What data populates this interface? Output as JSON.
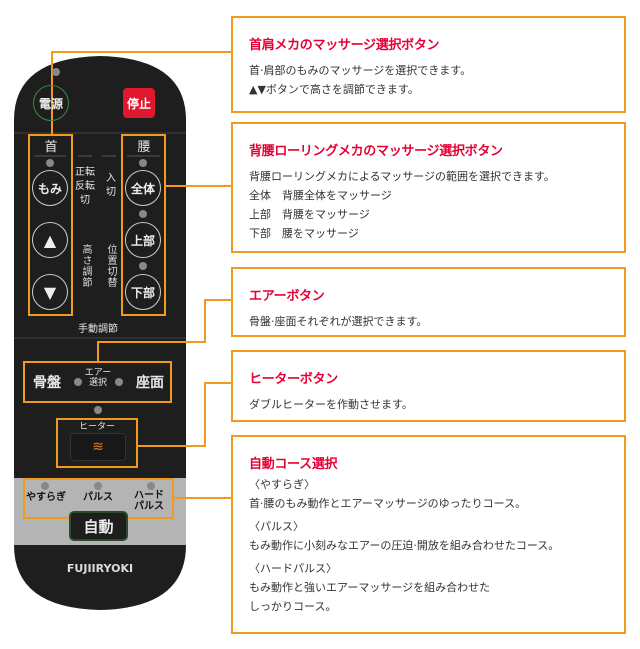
{
  "remote": {
    "power": "電源",
    "stop": "停止",
    "neck": "首",
    "waist": "腰",
    "neck_buttons": [
      "もみ",
      "▲",
      "▼"
    ],
    "waist_buttons": [
      "全体",
      "上部",
      "下部"
    ],
    "rotation_labels": [
      "正転",
      "反転",
      "切"
    ],
    "on_off_labels": [
      "入",
      "切"
    ],
    "height_label": "高さ調節",
    "position_label": "位置切替",
    "manual_label": "手動調節",
    "pelvis": "骨盤",
    "air_select": "エアー選択",
    "seat": "座面",
    "heater_label": "ヒーター",
    "heater_icon": "heat-wave-icon",
    "auto_courses": [
      "やすらぎ",
      "パルス",
      "ハードパルス"
    ],
    "auto": "自動",
    "brand": "FUJIIRYOKI"
  },
  "callouts": [
    {
      "title": "首肩メカのマッサージ選択ボタン",
      "lines": [
        "首·肩部のもみのマッサージを選択できます。",
        "▲▼ボタンで高さを調節できます。"
      ]
    },
    {
      "title": "背腰ローリングメカのマッサージ選択ボタン",
      "lines": [
        "背腰ローリングメカによるマッサージの範囲を選択できます。",
        "全体　背腰全体をマッサージ",
        "上部　背腰をマッサージ",
        "下部　腰をマッサージ"
      ]
    },
    {
      "title": "エアーボタン",
      "lines": [
        "骨盤·座面それぞれが選択できます。"
      ]
    },
    {
      "title": "ヒーターボタン",
      "lines": [
        "ダブルヒーターを作動させます。"
      ]
    },
    {
      "title": "自動コース選択",
      "lines": [
        "〈やすらぎ〉",
        "首·腰のもみ動作とエアーマッサージのゆったりコース。",
        "〈パルス〉",
        "もみ動作に小刻みなエアーの圧迫·開放を組み合わせたコース。",
        "〈ハードパルス〉",
        "もみ動作と強いエアーマッサージを組み合わせた",
        "しっかりコース。"
      ]
    }
  ],
  "colors": {
    "accent": "#f39a1e",
    "title": "#e60033",
    "remote": "#1e1e1e",
    "band": "#b4b4b4"
  }
}
